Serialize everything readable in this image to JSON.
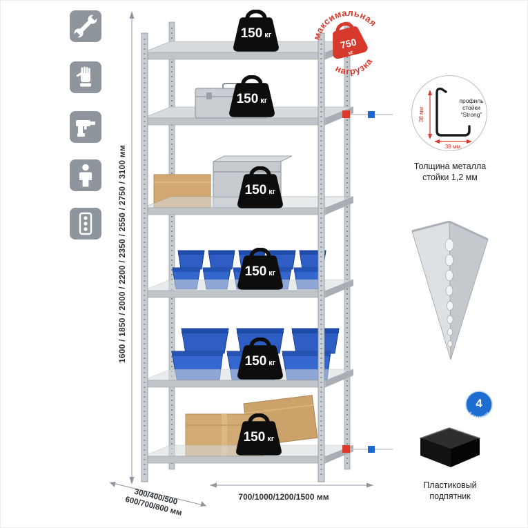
{
  "colors": {
    "red": "#d6392c",
    "badge_blue": "#1e6ed2",
    "bin_blue": "#2e5ec4",
    "metal_gray": "#c6cbd0",
    "tile_gray": "#8e959c",
    "weight_black": "#0d0d0d"
  },
  "weights": {
    "shelf_value": "150",
    "unit": "кг",
    "stamp_top": "максимальная",
    "stamp_bottom": "нагрузка",
    "stamp_value": "750"
  },
  "dimensions": {
    "heights": "1600 / 1850 / 2000 / 2200 / 2350 / 2550 / 2750 / 3100 мм",
    "depth_line1": "300/400/500",
    "depth_line2": "600/700/800 мм",
    "width": "700/1000/1200/1500 мм"
  },
  "profile_detail": {
    "line1": "профиль",
    "line2": "стойки",
    "line3": "“Strong”",
    "dim_vertical": "38 мм",
    "dim_horizontal": "38 мм.",
    "caption": "Толщина металла стойки 1,2 мм"
  },
  "foot_detail": {
    "badge_value": "4",
    "badge_text": "в комплекте",
    "caption": "Пластиковый подпятник"
  },
  "icons": [
    "wrench-icon",
    "gloves-icon",
    "drill-icon",
    "person-icon",
    "level-icon"
  ]
}
